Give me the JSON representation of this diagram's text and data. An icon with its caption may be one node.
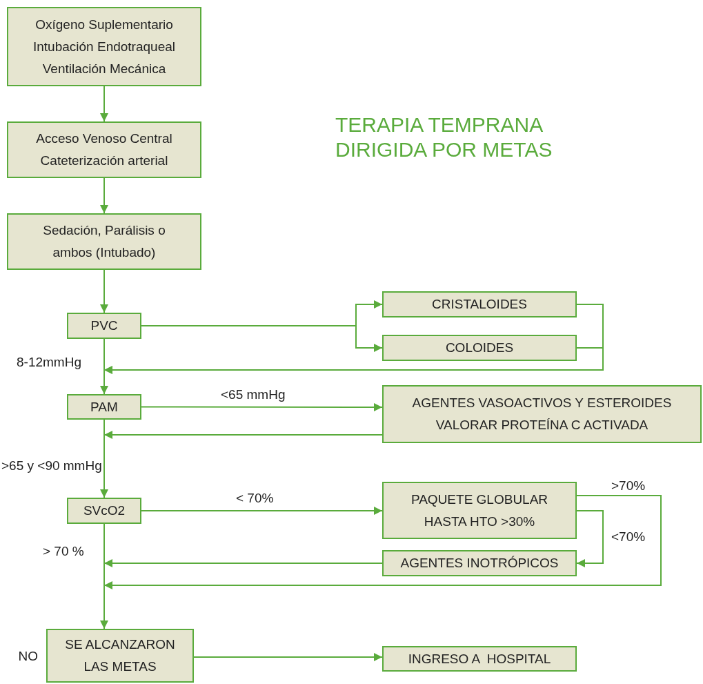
{
  "diagram": {
    "title": "TERAPIA TEMPRANA DIRIGIDA POR METAS",
    "nodes": [
      {
        "text": [
          "Oxígeno Suplementario",
          "Intubación Endotraqueal",
          "Ventilación Mecánica"
        ]
      },
      {
        "text": [
          "Acceso Venoso Central",
          "Cateterización arterial"
        ]
      },
      {
        "text": [
          "Sedación, Parálisis o ambos (Intubado)"
        ]
      },
      {
        "text": [
          "PVC"
        ]
      },
      {
        "text": [
          "CRISTALOIDES"
        ]
      },
      {
        "text": [
          "COLOIDES"
        ]
      },
      {
        "text": [
          "PAM"
        ]
      },
      {
        "text": [
          "AGENTES VASOACTIVOS Y ESTEROIDES",
          "VALORAR PROTEÍNA C ACTIVADA"
        ]
      },
      {
        "text": [
          "SVcO2"
        ]
      },
      {
        "text": [
          "PAQUETE GLOBULAR HASTA HTO >30%"
        ]
      },
      {
        "text": [
          "AGENTES INOTRÓPICOS"
        ]
      },
      {
        "text": [
          "SE ALCANZARON LAS METAS"
        ],
        "beside": [
          "NO"
        ]
      },
      {
        "text": [
          "INGRESO A  HOSPITAL"
        ]
      }
    ],
    "edges": [
      {
        "from": 0,
        "to": 1,
        "arrow": "to"
      },
      {
        "from": 1,
        "to": 2,
        "arrow": "to"
      },
      {
        "from": 2,
        "to": 3,
        "arrow": "to"
      },
      {
        "from": 3,
        "to": 4,
        "arrow": "to"
      },
      {
        "from": 3,
        "to": 5,
        "arrow": "to"
      },
      {
        "from": 4,
        "to": null,
        "arrow": "to"
      },
      {
        "from": 5,
        "to": null,
        "arrow": "to"
      },
      {
        "from": 3,
        "to": 6,
        "arrow": "to",
        "label": "8-12mmHg"
      },
      {
        "from": 6,
        "to": 7,
        "arrow": "to",
        "label": "<65 mmHg"
      },
      {
        "from": 7,
        "to": 6,
        "arrow": "to"
      },
      {
        "from": 6,
        "to": 8,
        "arrow": "to",
        "label": ">65 y <90 mmHg"
      },
      {
        "from": 8,
        "to": 9,
        "arrow": "to",
        "label": "< 70%"
      },
      {
        "from": 9,
        "to": 10,
        "arrow": "to",
        "label": "<70%"
      },
      {
        "from": 9,
        "to": null,
        "arrow": "to",
        "label": ">70%"
      },
      {
        "from": 10,
        "to": null,
        "arrow": "to"
      },
      {
        "from": 8,
        "to": 11,
        "arrow": "to",
        "label": "> 70 %"
      },
      {
        "from": 11,
        "to": 12,
        "arrow": "to"
      }
    ]
  }
}
